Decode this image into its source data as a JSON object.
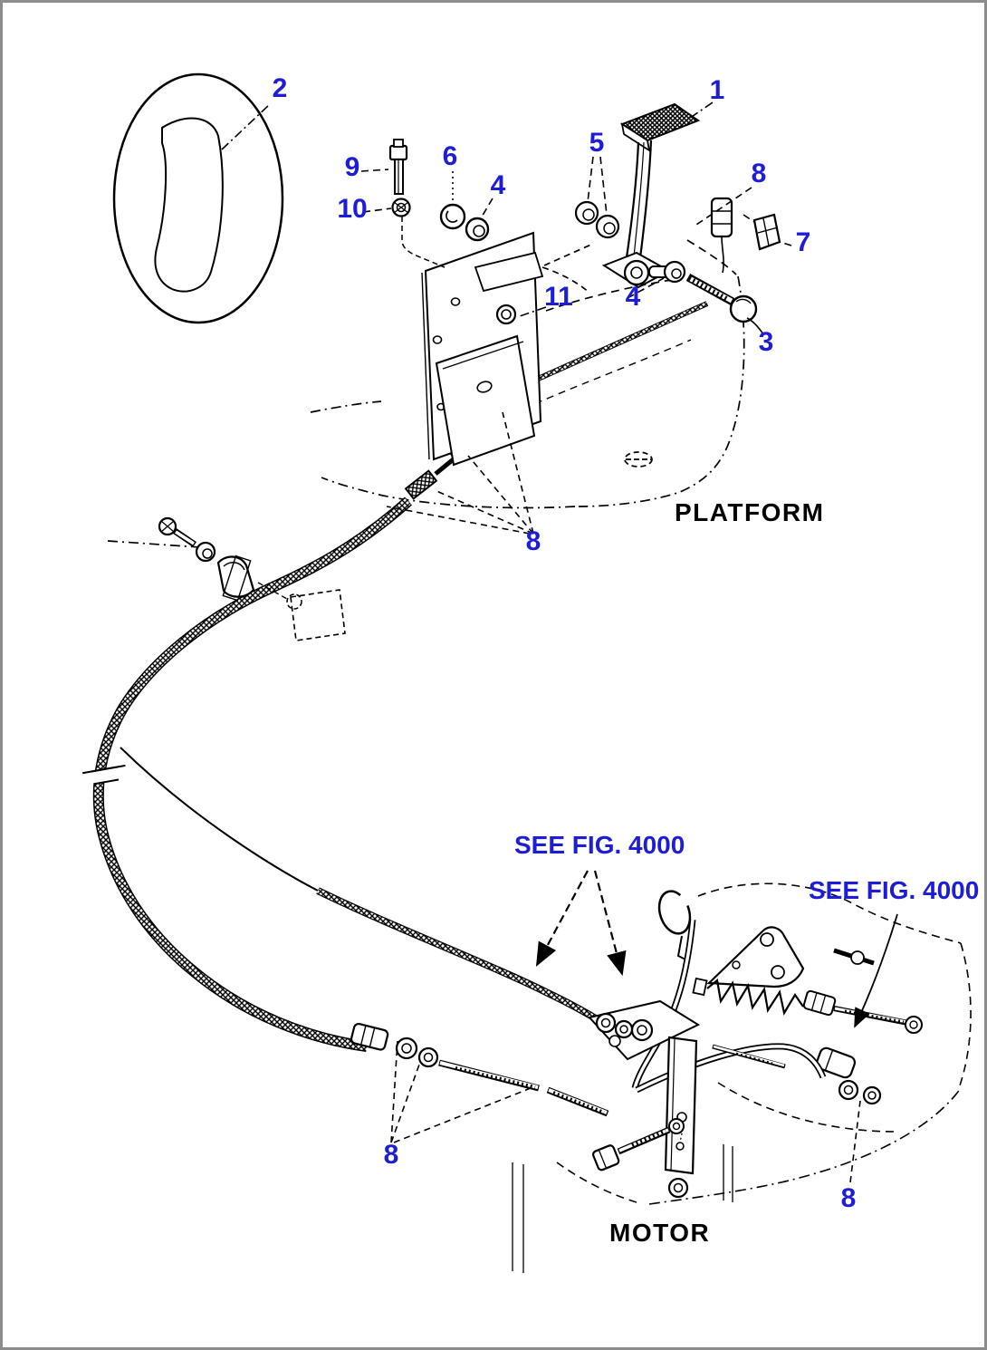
{
  "diagram": {
    "type": "exploded-parts-diagram",
    "colors": {
      "background": "#ffffff",
      "frame": "#8c8c8c",
      "line": "#000000",
      "callout": "#1d1dd8",
      "label": "#000000"
    },
    "labels": {
      "platform": "PLATFORM",
      "motor": "MOTOR",
      "see_fig_left": "SEE FIG. 4000",
      "see_fig_right": "SEE FIG. 4000"
    },
    "callouts": {
      "c1": "1",
      "c2": "2",
      "c3": "3",
      "c4_left": "4",
      "c4_right": "4",
      "c5": "5",
      "c6": "6",
      "c7": "7",
      "c8_top": "8",
      "c8_platform": "8",
      "c8_motor_left": "8",
      "c8_motor_right": "8",
      "c9": "9",
      "c10": "10",
      "c11": "11"
    }
  }
}
